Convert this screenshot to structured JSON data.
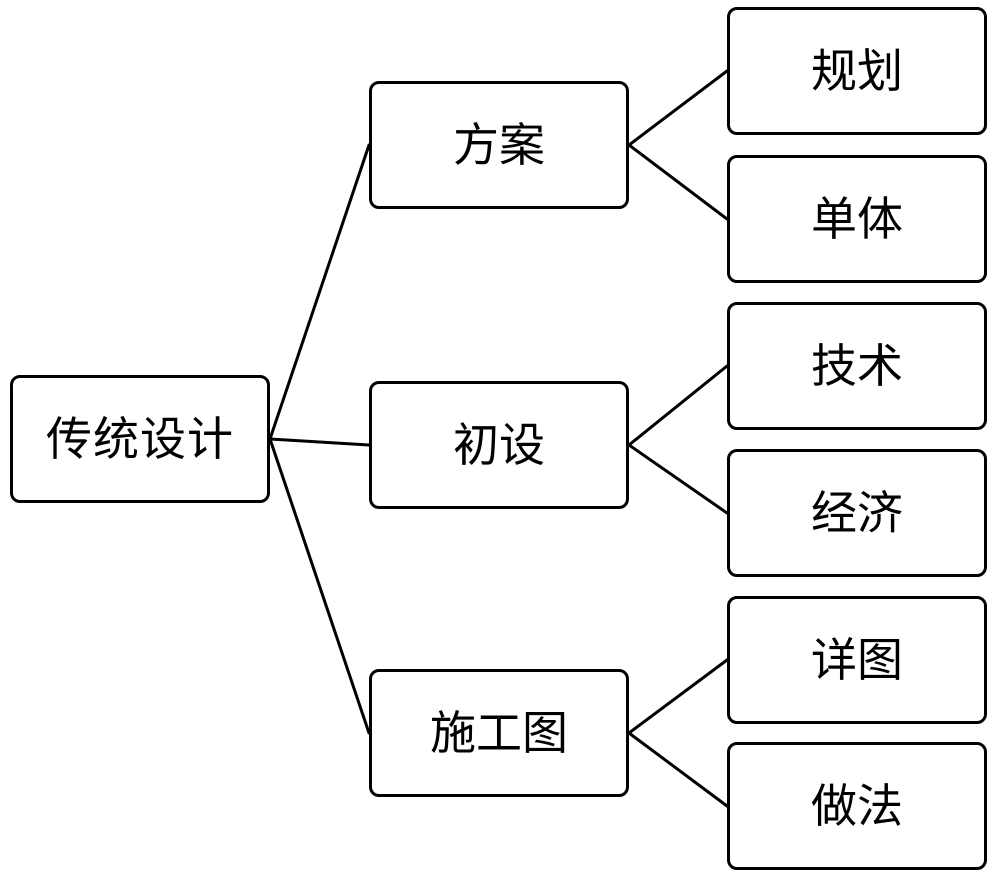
{
  "diagram": {
    "root": {
      "label": "传统设计"
    },
    "stages": [
      {
        "label": "方案",
        "children": [
          {
            "label": "规划"
          },
          {
            "label": "单体"
          }
        ]
      },
      {
        "label": "初设",
        "children": [
          {
            "label": "技术"
          },
          {
            "label": "经济"
          }
        ]
      },
      {
        "label": "施工图",
        "children": [
          {
            "label": "详图"
          },
          {
            "label": "做法"
          }
        ]
      }
    ]
  }
}
